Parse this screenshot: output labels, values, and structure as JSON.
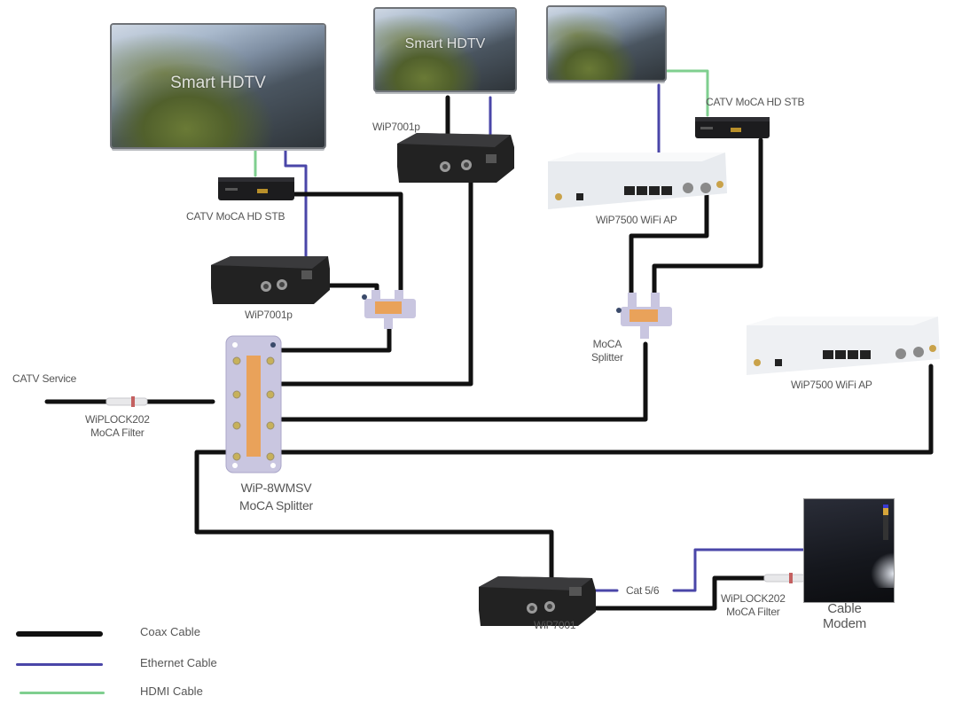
{
  "diagram": {
    "devices": {
      "tv_left": {
        "label": "Smart HDTV"
      },
      "tv_middle": {
        "label": "Smart HDTV"
      },
      "tv_right": {
        "label": ""
      },
      "stb_left": {
        "label": "CATV MoCA HD STB"
      },
      "stb_right": {
        "label": "CATV MoCA HD STB"
      },
      "adapter_left": {
        "label": "WiP7001p"
      },
      "adapter_middle": {
        "label": "WiP7001p"
      },
      "adapter_bottom": {
        "label": "WiP7001"
      },
      "ap_top": {
        "label": "WiP7500 WiFi AP"
      },
      "ap_right": {
        "label": "WiP7500 WiFi AP"
      },
      "splitter_main": {
        "label_line1": "WiP-8WMSV",
        "label_line2": "MoCA Splitter"
      },
      "splitter_right": {
        "label_line1": "MoCA",
        "label_line2": "Splitter"
      },
      "filter_left": {
        "label_line1": "WiPLOCK202",
        "label_line2": "MoCA Filter"
      },
      "filter_right": {
        "label_line1": "WiPLOCK202",
        "label_line2": "MoCA Filter"
      },
      "cable_modem": {
        "label_line1": "Cable",
        "label_line2": "Modem"
      },
      "catv_service": {
        "label": "CATV Service"
      }
    },
    "cable_labels": {
      "cat56": "Cat 5/6"
    },
    "legend": [
      {
        "label": "Coax Cable",
        "color": "#111111"
      },
      {
        "label": "Ethernet Cable",
        "color": "#4a46a8"
      },
      {
        "label": "HDMI Cable",
        "color": "#7fcf8f"
      }
    ],
    "colors": {
      "coax": "#111111",
      "ethernet": "#4a46a8",
      "hdmi": "#7fcf8f",
      "splitter_body": "#c9c6e0",
      "splitter_label": "#e9a25a"
    }
  }
}
